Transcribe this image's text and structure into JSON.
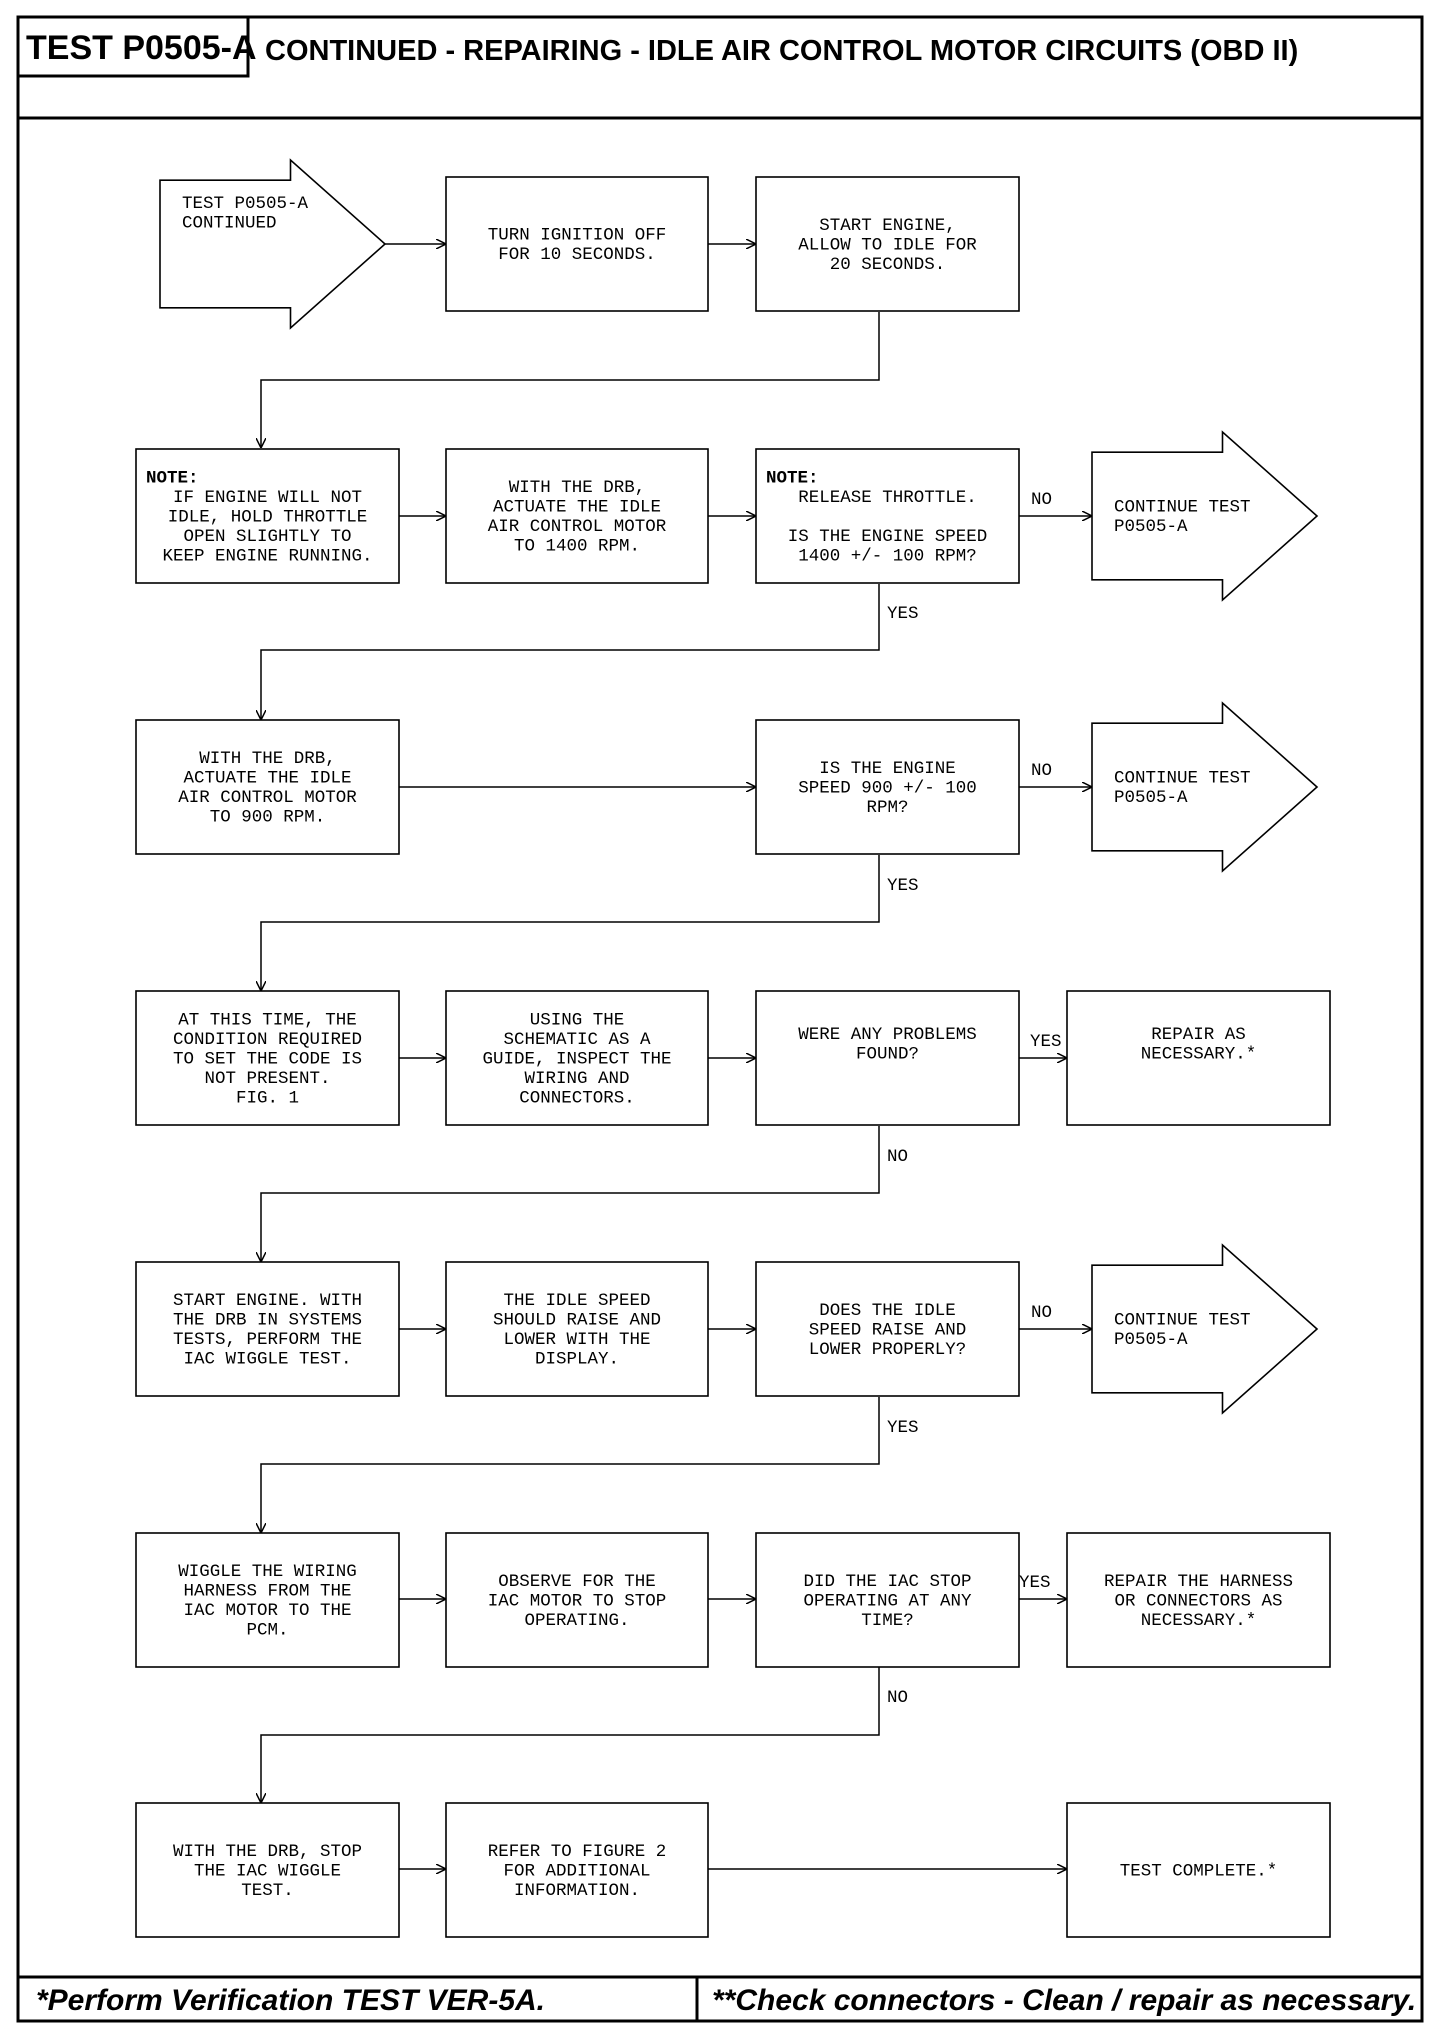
{
  "header": {
    "test_id": "TEST P0505-A",
    "title": "CONTINUED - REPAIRING - IDLE AIR CONTROL MOTOR CIRCUITS (OBD II)"
  },
  "nodes": {
    "start": [
      "TEST P0505-A",
      "CONTINUED"
    ],
    "turn_ignition": [
      "TURN IGNITION OFF",
      "FOR 10 SECONDS."
    ],
    "start_engine": [
      "START ENGINE,",
      "ALLOW TO IDLE FOR",
      "20 SECONDS."
    ],
    "note_hold_throttle": {
      "note": "NOTE:",
      "lines": [
        "IF ENGINE WILL NOT",
        "IDLE, HOLD THROTTLE",
        "OPEN SLIGHTLY TO",
        "KEEP ENGINE RUNNING."
      ]
    },
    "actuate_1400": [
      "WITH THE DRB,",
      "ACTUATE THE IDLE",
      "AIR CONTROL MOTOR",
      "TO 1400 RPM."
    ],
    "check_1400": {
      "note": "NOTE:",
      "lines": [
        "RELEASE THROTTLE.",
        "",
        "IS THE ENGINE SPEED",
        "1400 +/- 100 RPM?"
      ]
    },
    "continue_1": [
      "CONTINUE TEST",
      "P0505-A"
    ],
    "actuate_900": [
      "WITH THE DRB,",
      "ACTUATE THE IDLE",
      "AIR CONTROL MOTOR",
      "TO 900 RPM."
    ],
    "check_900": [
      "IS THE ENGINE",
      "SPEED 900 +/- 100",
      "RPM?"
    ],
    "continue_2": [
      "CONTINUE TEST",
      "P0505-A"
    ],
    "condition_not_present": [
      "AT THIS TIME, THE",
      "CONDITION REQUIRED",
      "TO SET THE CODE IS",
      "NOT PRESENT.",
      "FIG. 1"
    ],
    "inspect_wiring": [
      "USING THE",
      "SCHEMATIC AS A",
      "GUIDE, INSPECT THE",
      "WIRING AND",
      "CONNECTORS."
    ],
    "problems_found": [
      "WERE ANY PROBLEMS",
      "FOUND?"
    ],
    "repair_1": [
      "REPAIR AS",
      "NECESSARY.*"
    ],
    "start_wiggle": [
      "START ENGINE. WITH",
      "THE DRB IN SYSTEMS",
      "TESTS, PERFORM THE",
      "IAC WIGGLE TEST."
    ],
    "idle_should_raise": [
      "THE IDLE SPEED",
      "SHOULD RAISE AND",
      "LOWER WITH THE",
      "DISPLAY."
    ],
    "idle_properly": [
      "DOES THE IDLE",
      "SPEED RAISE AND",
      "LOWER PROPERLY?"
    ],
    "continue_3": [
      "CONTINUE TEST",
      "P0505-A"
    ],
    "wiggle_harness": [
      "WIGGLE THE WIRING",
      "HARNESS FROM THE",
      "IAC MOTOR TO THE",
      "PCM."
    ],
    "observe_iac": [
      "OBSERVE FOR THE",
      "IAC MOTOR TO STOP",
      "OPERATING."
    ],
    "iac_stop": [
      "DID THE IAC STOP",
      "OPERATING AT ANY",
      "TIME?"
    ],
    "repair_harness": [
      "REPAIR THE HARNESS",
      "OR CONNECTORS AS",
      "NECESSARY.*"
    ],
    "stop_wiggle": [
      "WITH THE DRB, STOP",
      "THE IAC WIGGLE",
      "TEST."
    ],
    "refer_fig2": [
      "REFER TO FIGURE 2",
      "FOR ADDITIONAL",
      "INFORMATION."
    ],
    "test_complete": [
      "TEST COMPLETE.*"
    ]
  },
  "labels": {
    "no": "NO",
    "yes": "YES"
  },
  "footer": {
    "left": "*Perform Verification TEST VER-5A.",
    "right": "**Check connectors - Clean / repair as necessary."
  }
}
